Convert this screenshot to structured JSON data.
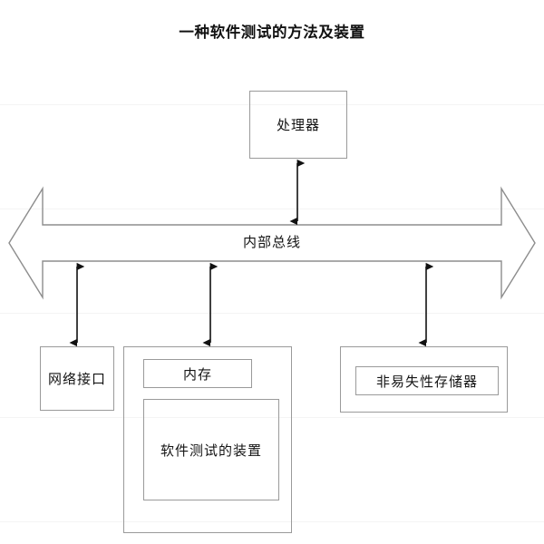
{
  "title": "一种软件测试的方法及装置",
  "diagram": {
    "type": "block-diagram",
    "bus": {
      "label": "内部总线",
      "shape": "double-headed-block-arrow",
      "orientation": "horizontal"
    },
    "nodes": [
      {
        "id": "processor",
        "label": "处理器"
      },
      {
        "id": "network-interface",
        "label": "网络接口"
      },
      {
        "id": "memory",
        "label": "内存"
      },
      {
        "id": "test-apparatus",
        "label": "软件测试的装置"
      },
      {
        "id": "nonvolatile-memory",
        "label": "非易失性存储器"
      }
    ],
    "connections": [
      {
        "from": "processor",
        "to": "bus",
        "style": "double-headed-arrow"
      },
      {
        "from": "bus",
        "to": "network-interface",
        "style": "double-headed-arrow"
      },
      {
        "from": "bus",
        "to": "memory-container",
        "style": "double-headed-arrow"
      },
      {
        "from": "bus",
        "to": "nonvolatile-memory-container",
        "style": "double-headed-arrow"
      }
    ]
  },
  "colors": {
    "stroke": "#9a9a9a",
    "arrow": "#111111",
    "text": "#141414",
    "background": "#ffffff"
  }
}
